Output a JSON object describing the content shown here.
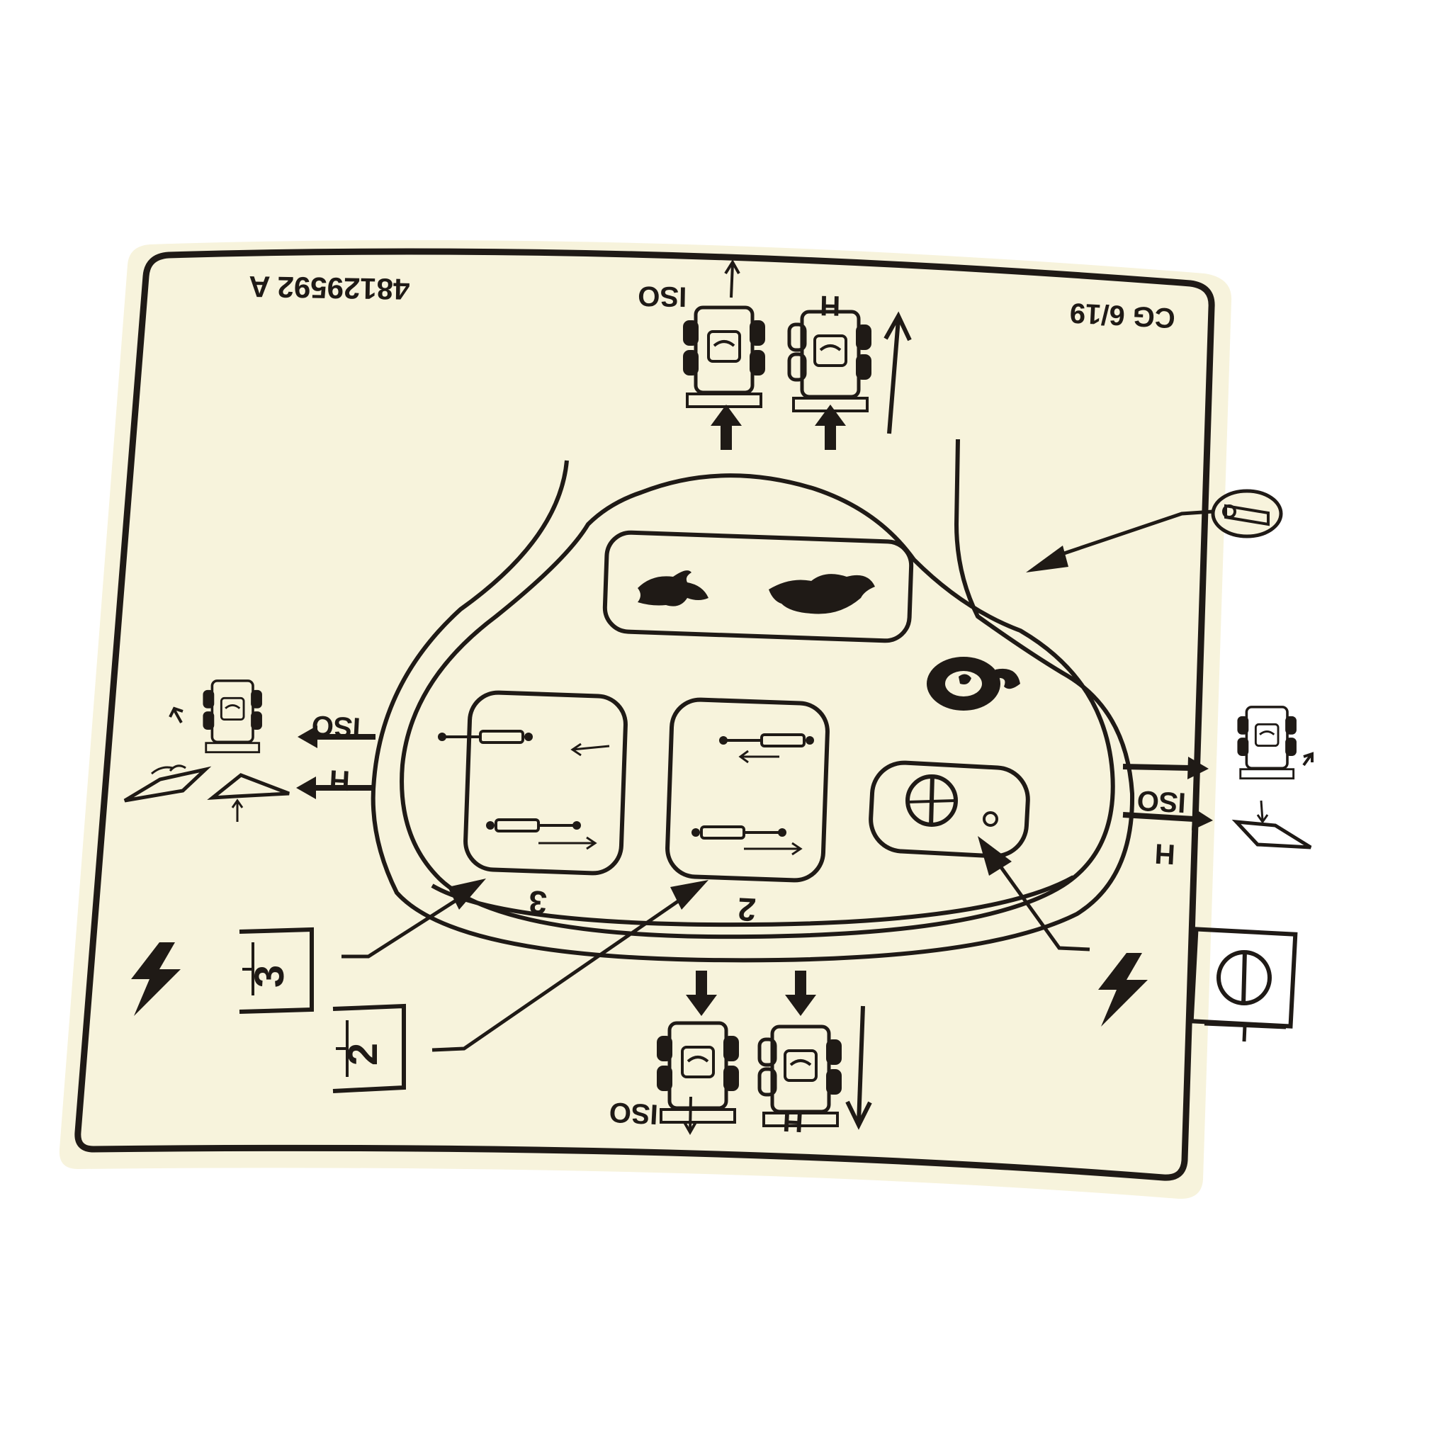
{
  "colors": {
    "decal_background": "#f7f3dc",
    "ink": "#1f1a16",
    "page_background": "#ffffff"
  },
  "decal": {
    "part_number": "48129592 A",
    "code": "CG 6/19",
    "labels": {
      "top_iso": "ISO",
      "top_h": "H",
      "left_iso": "ISO",
      "left_h": "H",
      "right_iso": "ISO",
      "right_h": "H",
      "bottom_iso": "ISO",
      "bottom_h": "H",
      "button_3": "3",
      "button_2": "2",
      "callout_3": "3",
      "callout_2": "2"
    },
    "icons": [
      "tractor-icon",
      "arrow-up-icon",
      "arrow-down-icon",
      "arrow-left-icon",
      "arrow-right-icon",
      "horn-icon",
      "hare-icon",
      "tortoise-icon",
      "pto-icon",
      "cylinder-icon",
      "lightning-icon",
      "switch-icon",
      "hitch-icon"
    ]
  }
}
